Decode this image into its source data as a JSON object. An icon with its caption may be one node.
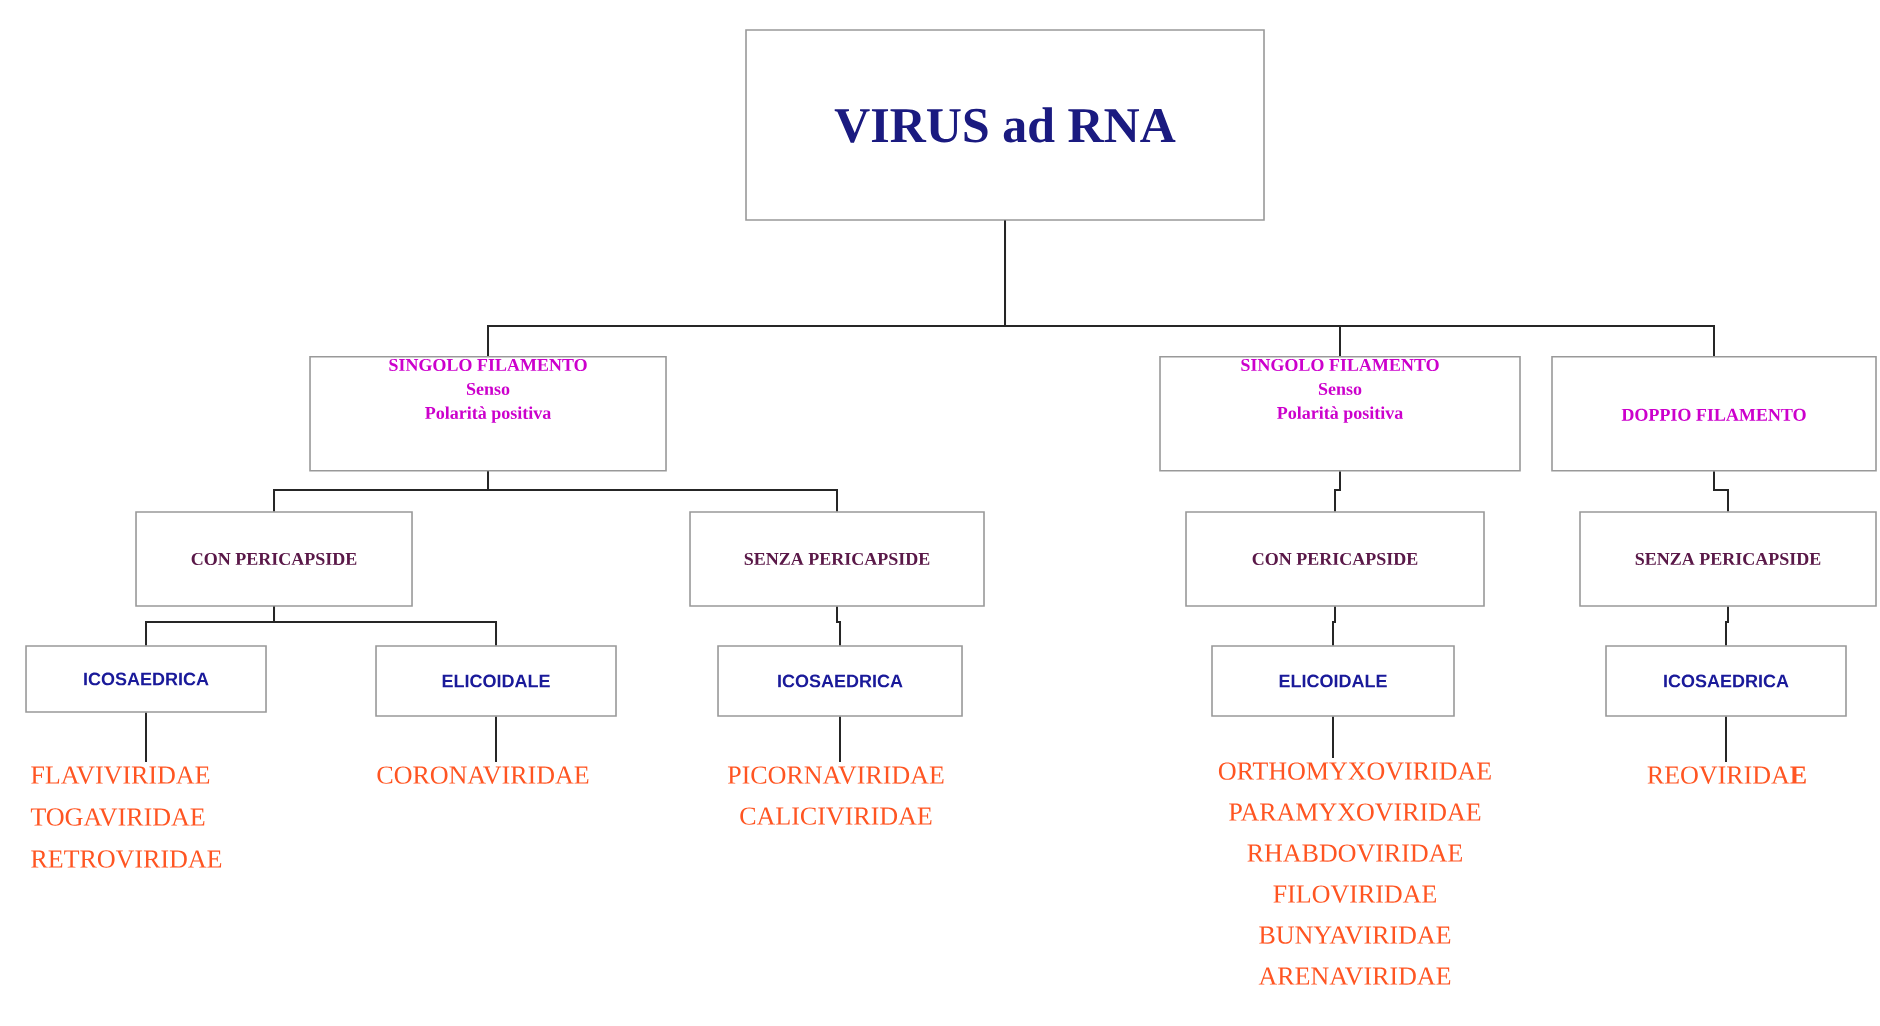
{
  "diagram": {
    "nodes": [
      {
        "text": [
          "VIRUS ad RNA"
        ]
      },
      {
        "text": [
          "SINGOLO FILAMENTO",
          "Senso",
          "Polarità positiva"
        ]
      },
      {
        "text": [
          "SINGOLO FILAMENTO",
          "Senso",
          "Polarità positiva"
        ]
      },
      {
        "text": [
          "DOPPIO FILAMENTO"
        ]
      },
      {
        "text": [
          "CON PERICAPSIDE"
        ]
      },
      {
        "text": [
          "SENZA PERICAPSIDE"
        ]
      },
      {
        "text": [
          "CON PERICAPSIDE"
        ]
      },
      {
        "text": [
          "SENZA PERICAPSIDE"
        ]
      },
      {
        "text": [
          "ICOSAEDRICA"
        ]
      },
      {
        "text": [
          "ELICOIDALE"
        ]
      },
      {
        "text": [
          "ICOSAEDRICA"
        ]
      },
      {
        "text": [
          "ELICOIDALE"
        ]
      },
      {
        "text": [
          "ICOSAEDRICA"
        ]
      },
      {
        "text": [
          "FLAVIVIRIDAE",
          "TOGAVIRIDAE",
          "RETROVIRIDAE"
        ]
      },
      {
        "text": [
          "CORONAVIRIDAE"
        ]
      },
      {
        "text": [
          "PICORNAVIRIDAE",
          "CALICIVIRIDAE"
        ]
      },
      {
        "text": [
          "ORTHOMYXOVIRIDAE",
          "PARAMYXOVIRIDAE",
          "RHABDOVIRIDAE",
          "FILOVIRIDAE",
          "BUNYAVIRIDAE",
          "ARENAVIRIDAE"
        ]
      },
      {
        "text": [
          "REOVIRIDA**E**"
        ]
      }
    ],
    "edges": [
      {
        "from": 0,
        "to": 1,
        "arrow": "none"
      },
      {
        "from": 0,
        "to": 2,
        "arrow": "none"
      },
      {
        "from": 0,
        "to": 3,
        "arrow": "none"
      },
      {
        "from": 1,
        "to": 4,
        "arrow": "none"
      },
      {
        "from": 1,
        "to": 5,
        "arrow": "none"
      },
      {
        "from": 2,
        "to": 6,
        "arrow": "none"
      },
      {
        "from": 3,
        "to": 7,
        "arrow": "none"
      },
      {
        "from": 4,
        "to": 8,
        "arrow": "none"
      },
      {
        "from": 4,
        "to": 9,
        "arrow": "none"
      },
      {
        "from": 5,
        "to": 10,
        "arrow": "none"
      },
      {
        "from": 6,
        "to": 11,
        "arrow": "none"
      },
      {
        "from": 7,
        "to": 12,
        "arrow": "none"
      },
      {
        "from": 8,
        "to": 13,
        "arrow": "none"
      },
      {
        "from": 9,
        "to": 14,
        "arrow": "none"
      },
      {
        "from": 10,
        "to": 15,
        "arrow": "none"
      },
      {
        "from": 11,
        "to": 16,
        "arrow": "none"
      },
      {
        "from": 12,
        "to": 17,
        "arrow": "none"
      }
    ]
  }
}
